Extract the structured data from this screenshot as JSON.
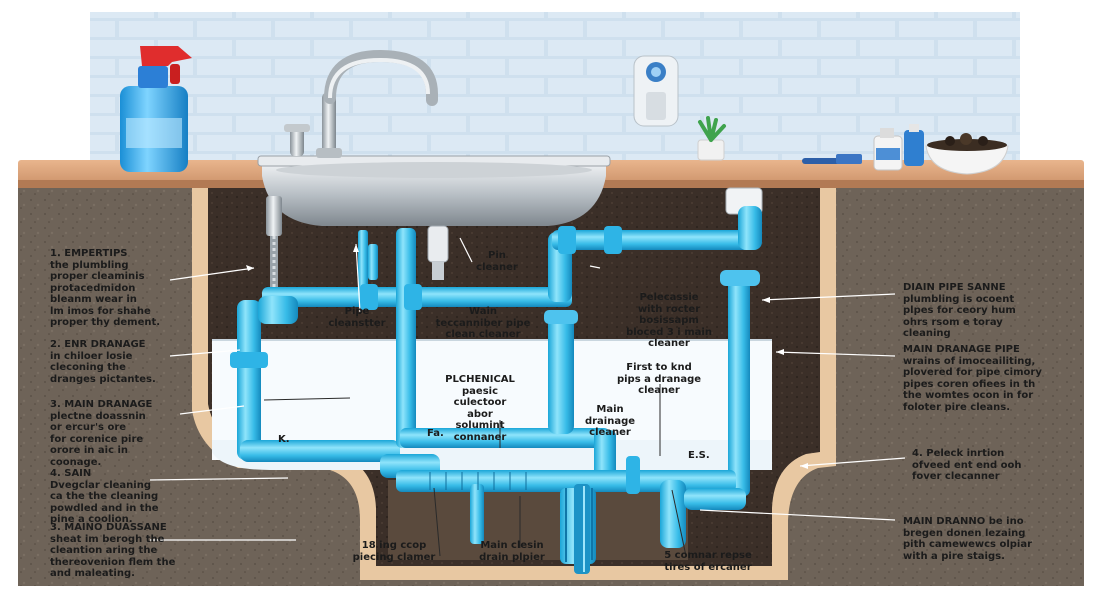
{
  "labels": {
    "l1": "1. EMPERTIPS\nthe plumbling\nproper cleaminis\nprotacedmidon\nbleanm wear in\nlm imos for shahe\nproper thy dement.",
    "l2": "2. ENR DRANAGE\nin chiloer losie\ncleconing the\ndranges pictantes.",
    "l3": "3. MAIN DRANAGE\nplectne doassnin\nor ercur's ore\nfor corenice pire\norore in aic in\ncoonage.",
    "l4": "4. SAIN\nDvegclar cleaning\nca the the cleaning\npowdled and in the\npine a coolion.",
    "l5": "3. MAINO DUASSANE\nsheat im berogh the\ncleantion aring the\nthereovenion flem the\nand maleating.",
    "r1": "DIAIN PIPE SANNE\nplumbling is ocoent\nplpes for ceory hum\nohrs rsom e toray\ncleaning",
    "r2": "MAIN DRANAGE PIPE\nwrains of imoceailiting,\nplovered for pipe cimory\npipes coren ofiees in th\nthe womtes ocon in for\nfoloter pire cleans.",
    "r3": "4. Peleck inrtion\nofveed ent end ooh\nfover clecanner",
    "r4": "MAIN DRANNO be ino\nbregen donen lezaing\npith camewewcs olpiar\nwith a pire staigs.",
    "c_pin": "Pin\ncleaner",
    "c_pipe_cleanster": "Pipe\ncleanstter",
    "c_wain": "Wain\nteccanniber pipe\nclean cleaner",
    "c_pelecasie": "Pelecassie\nwith rocter\nbosissapm\nbloced 3 i main\ncleaner",
    "c_chemical": "PLCHENICAL\npaesic\nculectoor\nabor\nsolumint\nconnaner",
    "c_first": "First to knd\npips a dranage\ncleaner",
    "c_main_drainage": "Main\ndrainage\ncleaner",
    "c_fa": "Fa.",
    "c_k": "K.",
    "c_e": "E.S.",
    "b1": "18 ing ccop\npiecing clamer",
    "b2": "Main clesin\ndrain plpier",
    "b3": "5 comnar repse\ntires of ercaner"
  }
}
